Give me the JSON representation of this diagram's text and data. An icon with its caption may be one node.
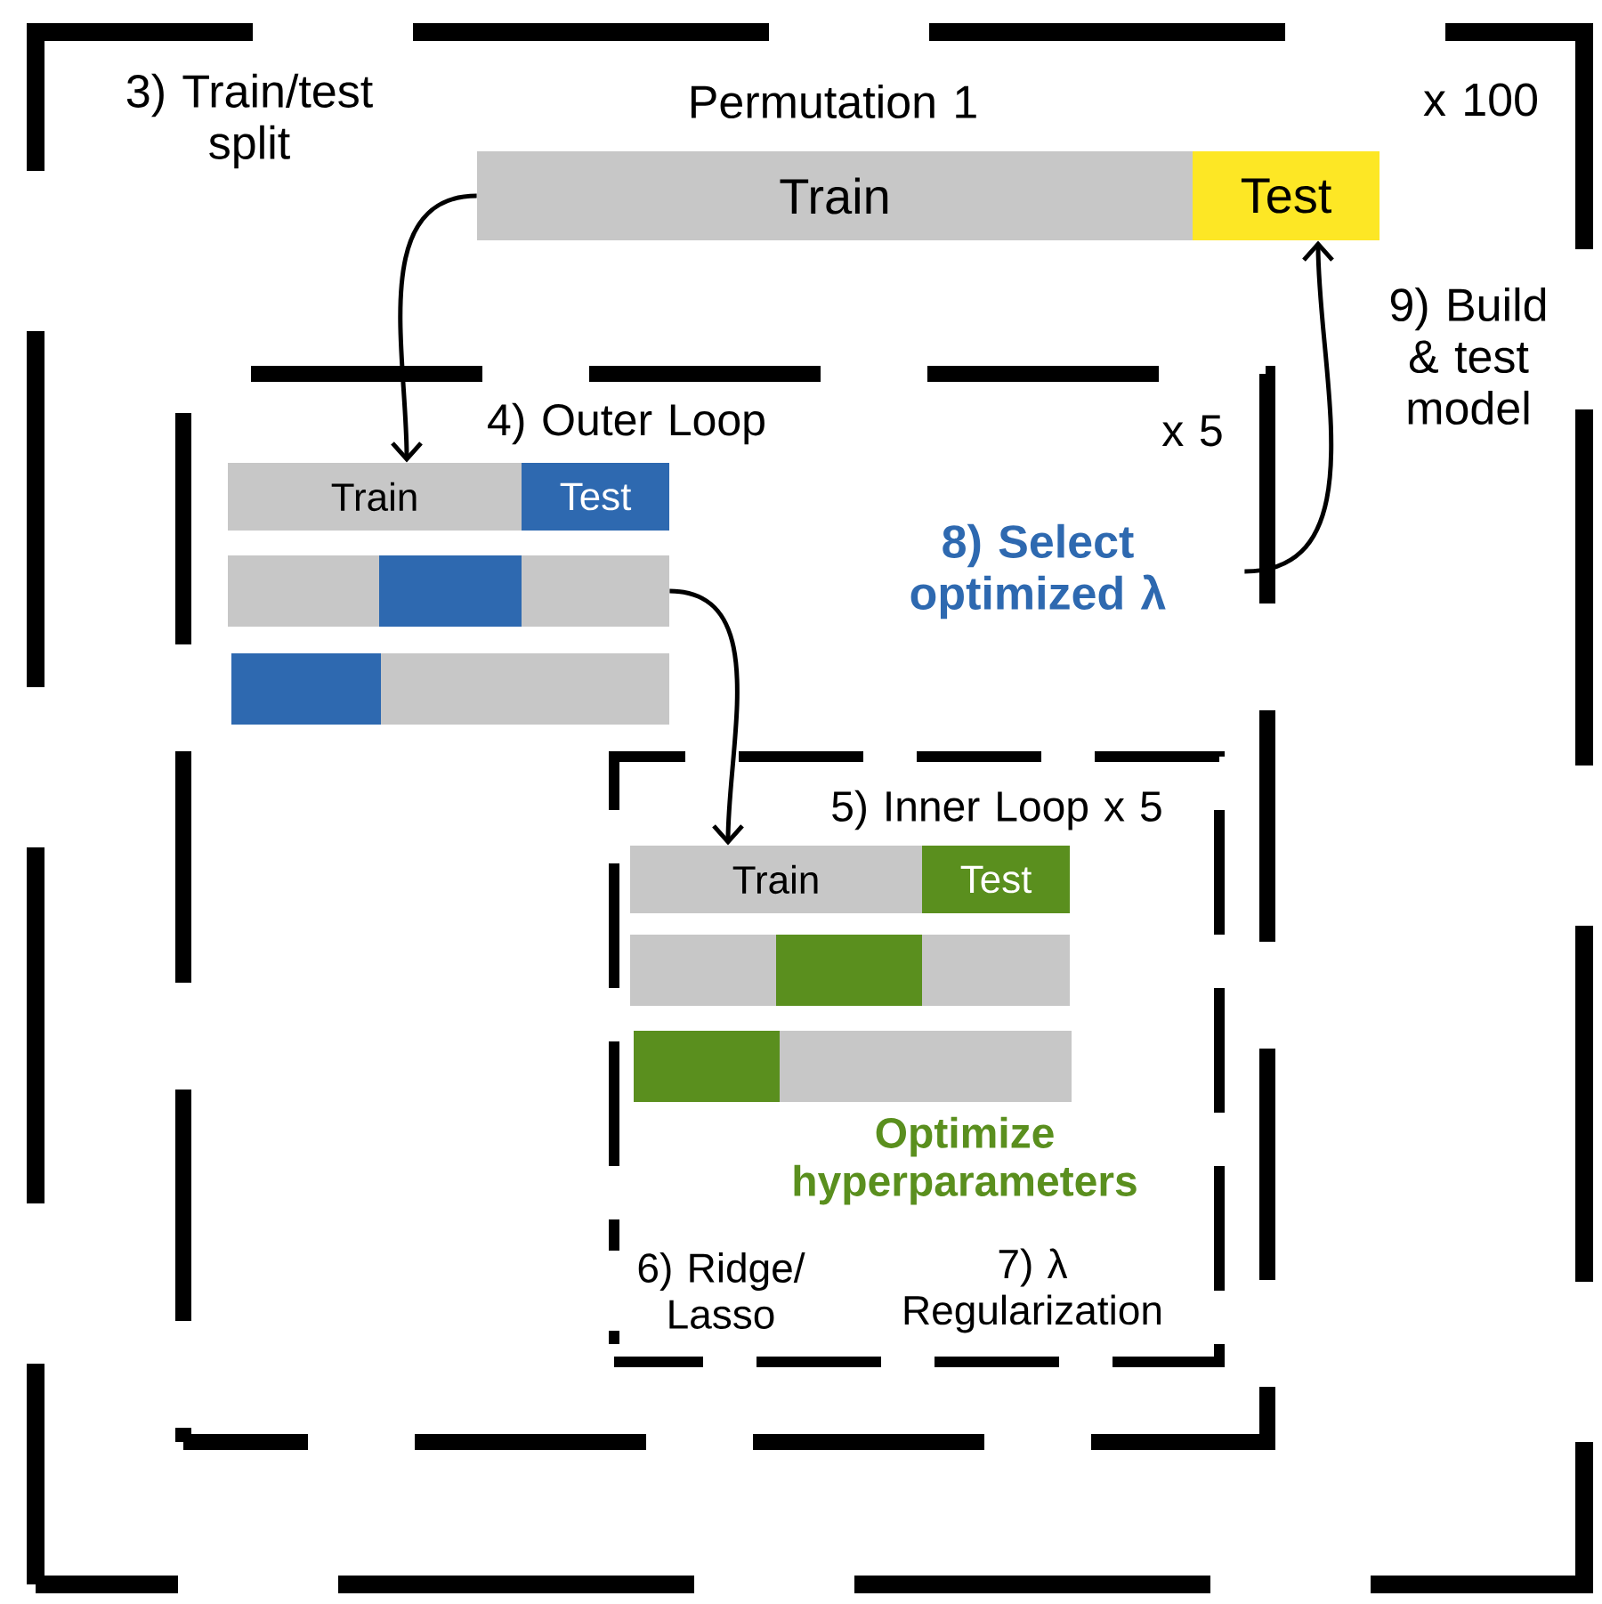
{
  "diagram": {
    "nodes": [
      {
        "text": [
          "3) Train/test split",
          "x 100"
        ]
      },
      {
        "text": [
          "Train"
        ],
        "in": 0,
        "beside": [
          "Permutation 1"
        ]
      },
      {
        "text": [
          "Test"
        ],
        "in": 0
      },
      {
        "text": [
          "4) Outer Loop",
          "x 5"
        ],
        "in": 0
      },
      {
        "text": [
          "Train"
        ],
        "in": 3
      },
      {
        "text": [
          "Test"
        ],
        "in": 3
      },
      {
        "text": [],
        "shape": "bar",
        "in": 3
      },
      {
        "text": [],
        "shape": "bar",
        "in": 3
      },
      {
        "text": [],
        "shape": "bar",
        "in": 3
      },
      {
        "text": [],
        "shape": "bar",
        "in": 3
      },
      {
        "text": [],
        "shape": "bar",
        "in": 3
      },
      {
        "text": [
          "5) Inner Loop x 5",
          "Optimize hyperparameters"
        ],
        "in": 3
      },
      {
        "text": [
          "Train"
        ],
        "in": 11
      },
      {
        "text": [
          "Test"
        ],
        "in": 11
      },
      {
        "text": [],
        "shape": "bar",
        "in": 11
      },
      {
        "text": [],
        "shape": "bar",
        "in": 11
      },
      {
        "text": [],
        "shape": "bar",
        "in": 11
      },
      {
        "text": [],
        "shape": "bar",
        "in": 11
      },
      {
        "text": [],
        "shape": "bar",
        "in": 11
      },
      {
        "text": [
          "8) Select optimized λ"
        ],
        "in": 3
      }
    ],
    "edges": [
      {
        "from": 1,
        "to": 4,
        "arrow": "to"
      },
      {
        "from": 8,
        "to": 12,
        "arrow": "to"
      },
      {
        "from": 19,
        "to": 2,
        "arrow": "to",
        "label": "9) Build & test model"
      }
    ],
    "labels": [
      "6) Ridge/ Lasso",
      "7) λ Regularization"
    ]
  }
}
